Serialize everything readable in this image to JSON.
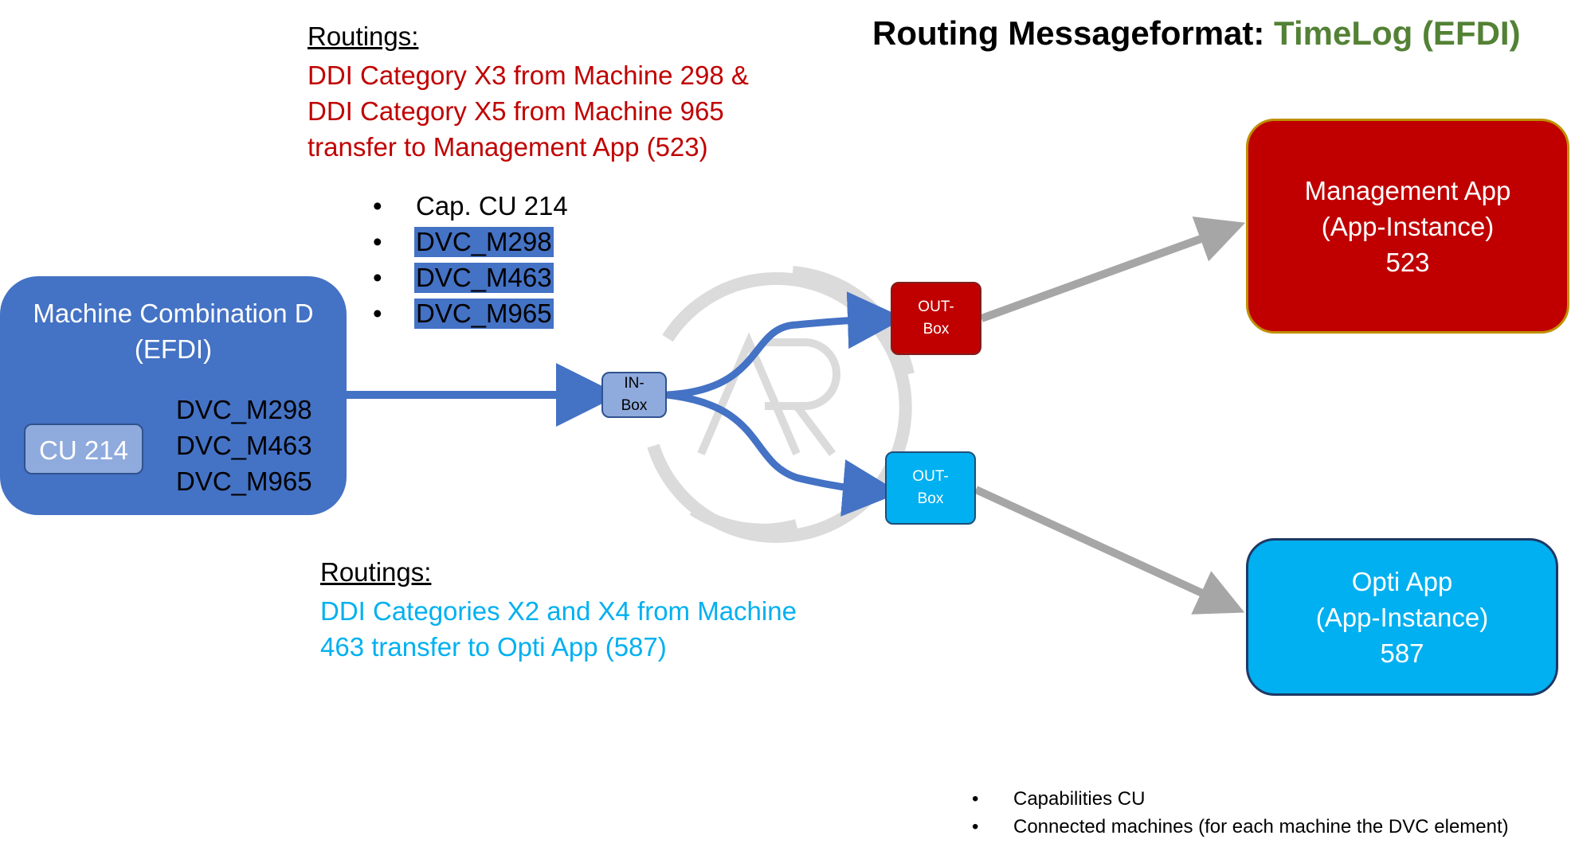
{
  "title": {
    "prefix": "Routing Messageformat: ",
    "accent": "TimeLog (EFDI)",
    "accent_color": "#538135"
  },
  "routing_top": {
    "heading": "Routings:",
    "lines": [
      "DDI Category X3 from Machine 298 &",
      "DDI Category X5 from Machine 965",
      "transfer to Management App (523)"
    ],
    "color": "#c00000"
  },
  "cap_list": {
    "bullet": "•",
    "items": [
      "Cap. CU 214",
      "DVC_M298",
      "DVC_M463",
      "DVC_M965"
    ]
  },
  "machine": {
    "title_line1": "Machine Combination D",
    "title_line2": "(EFDI)",
    "cu_label": "CU 214",
    "dvc": [
      "DVC_M298",
      "DVC_M463",
      "DVC_M965"
    ],
    "color": "#4472c4"
  },
  "in_box": {
    "line1": "IN-",
    "line2": "Box"
  },
  "out_box_red": {
    "line1": "OUT-",
    "line2": "Box",
    "color": "#c00000"
  },
  "out_box_blue": {
    "line1": "OUT-",
    "line2": "Box",
    "color": "#00b0f0"
  },
  "management_app": {
    "line1": "Management App",
    "line2": "(App-Instance)",
    "line3": "523",
    "color": "#c00000"
  },
  "opti_app": {
    "line1": "Opti App",
    "line2": "(App-Instance)",
    "line3": "587",
    "color": "#00b0f0"
  },
  "routing_bottom": {
    "heading": "Routings:",
    "lines": [
      "DDI Categories X2 and X4 from Machine",
      "463 transfer to Opti App (587)"
    ],
    "color": "#00b0f0"
  },
  "footer": {
    "bullet": "•",
    "items": [
      "Capabilities CU",
      "Connected machines (for each machine the DVC element)"
    ]
  },
  "watermark": {
    "icon": "ar-logo-watermark"
  }
}
